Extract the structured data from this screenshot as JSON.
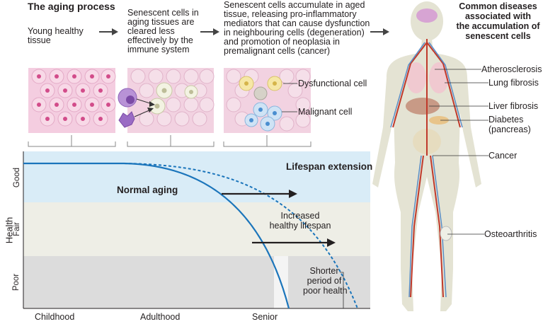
{
  "aging": {
    "title": "The aging process",
    "step1": "Young healthy\ntissue",
    "step2": "Senescent cells in\naging tissues are\ncleared less\neffectively by the\nimmune system",
    "step3": "Senescent cells accumulate in aged\ntissue, releasing pro-inflammatory\nmediators that can cause dysfunction\nin neighbouring cells (degeneration)\nand promotion of neoplasia in\npremalignant cells (cancer)",
    "cell_labels": {
      "dysfunctional": "Dysfunctional cell",
      "malignant": "Malignant cell"
    }
  },
  "chart": {
    "ylabel": "Health",
    "yticks": [
      "Good",
      "Fair",
      "Poor"
    ],
    "xticks": [
      "Childhood",
      "Adulthood",
      "Senior"
    ],
    "normal_label": "Normal aging",
    "extension_label": "Lifespan extension",
    "increased_label": "Increased\nhealthy lifespan",
    "shorter_label": "Shorter\nperiod of\npoor health",
    "colors": {
      "good": "#d9ecf7",
      "fair": "#eeeee6",
      "poor": "#dcdcdc",
      "curve": "#1b75bb"
    }
  },
  "diseases": {
    "title": "Common diseases\nassociated with\nthe accumulation of\nsenescent cells",
    "items": [
      "Atherosclerosis",
      "Lung fibrosis",
      "Liver fibrosis",
      "Diabetes\n(pancreas)",
      "Cancer",
      "Osteoarthritis"
    ]
  }
}
